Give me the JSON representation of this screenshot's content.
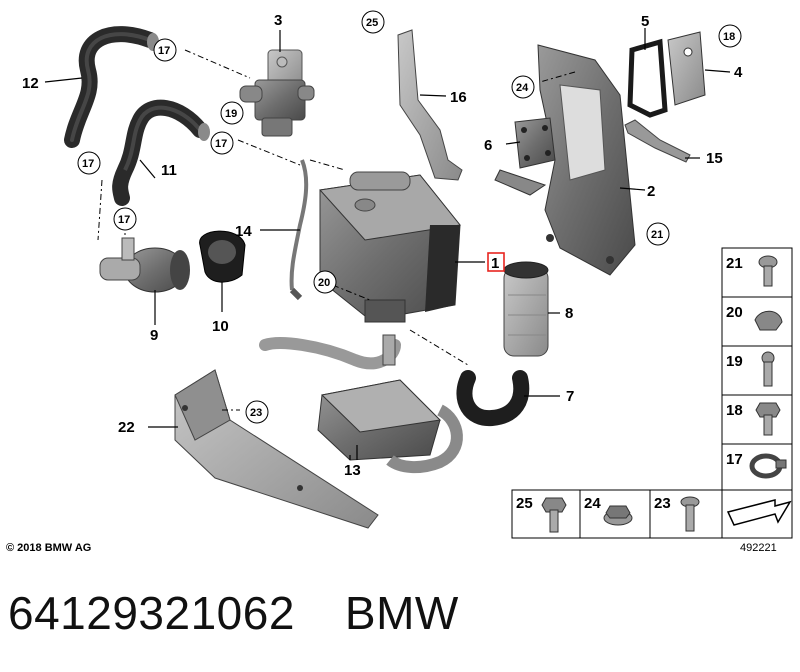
{
  "diagram": {
    "copyright": "© 2018 BMW AG",
    "reference_number": "492221",
    "part_number": "64129321062",
    "brand": "BMW",
    "callouts": {
      "c1": "1",
      "c2": "2",
      "c3": "3",
      "c4": "4",
      "c5": "5",
      "c6": "6",
      "c7": "7",
      "c8": "8",
      "c9": "9",
      "c10": "10",
      "c11": "11",
      "c12": "12",
      "c13": "13",
      "c14": "14",
      "c15": "15",
      "c16": "16",
      "c17a": "17",
      "c17b": "17",
      "c17c": "17",
      "c17d": "17",
      "c18": "18",
      "c19": "19",
      "c20": "20",
      "c21": "21",
      "c22": "22",
      "c23": "23",
      "c24": "24",
      "c25": "25"
    },
    "hardware_legend": {
      "r21": "21",
      "r20": "20",
      "r19": "19",
      "r18": "18",
      "r17": "17",
      "b25": "25",
      "b24": "24",
      "b23": "23"
    },
    "highlight_color": "#e8251f"
  }
}
